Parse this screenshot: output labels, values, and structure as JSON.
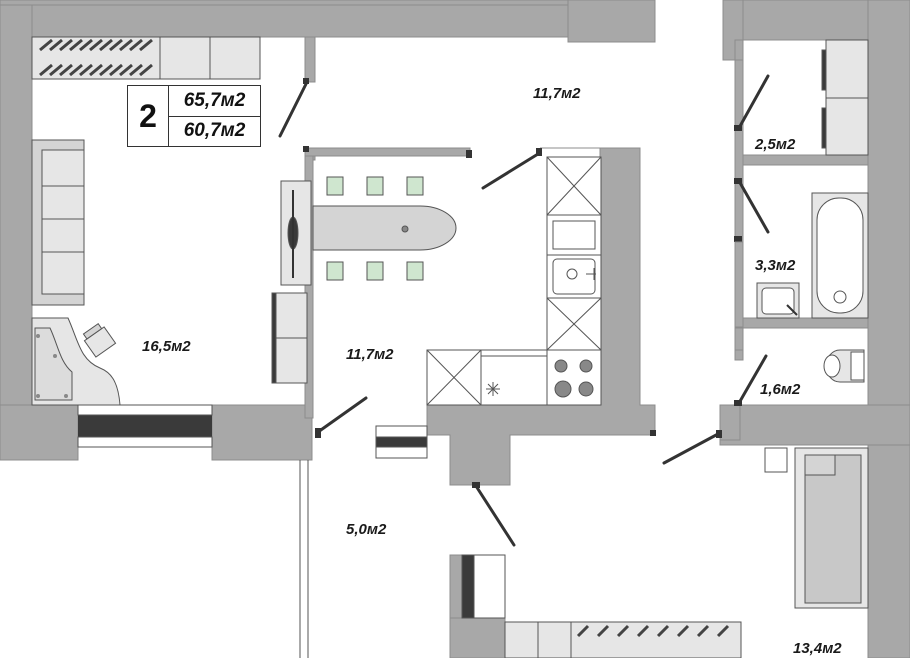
{
  "plan": {
    "room_count": "2",
    "total_area": "65,7м2",
    "living_area": "60,7м2",
    "rooms": [
      {
        "id": "living-room",
        "area": "16,5м2"
      },
      {
        "id": "hall-top",
        "area": "11,7м2"
      },
      {
        "id": "kitchen",
        "area": "11,7м2"
      },
      {
        "id": "wardrobe",
        "area": "2,5м2"
      },
      {
        "id": "bathroom",
        "area": "3,3м2"
      },
      {
        "id": "toilet",
        "area": "1,6м2"
      },
      {
        "id": "corridor",
        "area": "5,0м2"
      },
      {
        "id": "bedroom",
        "area": "13,4м2"
      }
    ]
  },
  "colors": {
    "wall": "#a8a8a8",
    "wall_edge": "#8c8c8c",
    "furniture_fill": "#e6e6e6",
    "furniture_stroke": "#555555",
    "chair_green": "#cfe6cf",
    "dark_element": "#3a3a3a"
  }
}
